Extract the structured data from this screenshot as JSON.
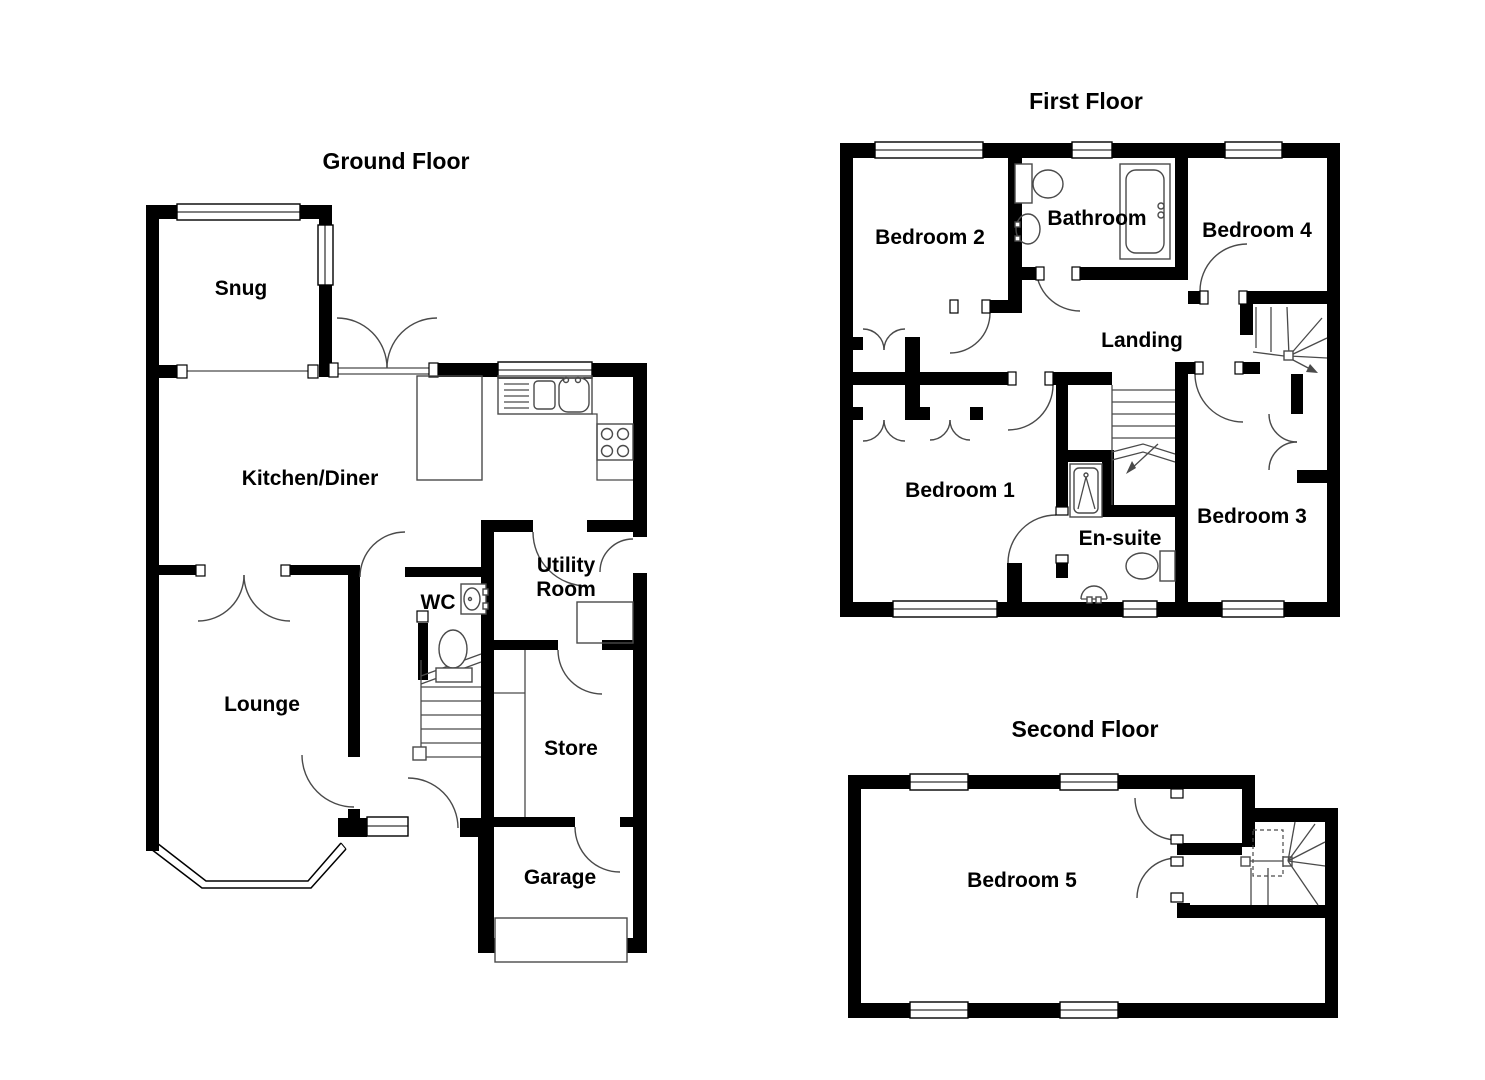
{
  "document": {
    "type": "floorplan",
    "background": "#ffffff",
    "wall_color": "#000000",
    "line_color": "#4a4a4a"
  },
  "floors": {
    "ground": {
      "title": "Ground Floor",
      "rooms": {
        "snug": "Snug",
        "kitchen": "Kitchen/Diner",
        "lounge": "Lounge",
        "wc": "WC",
        "utility_line1": "Utility",
        "utility_line2": "Room",
        "store": "Store",
        "garage": "Garage"
      }
    },
    "first": {
      "title": "First Floor",
      "rooms": {
        "bedroom2": "Bedroom 2",
        "bathroom": "Bathroom",
        "bedroom4": "Bedroom 4",
        "landing": "Landing",
        "bedroom1": "Bedroom 1",
        "ensuite": "En-suite",
        "bedroom3": "Bedroom 3"
      }
    },
    "second": {
      "title": "Second Floor",
      "rooms": {
        "bedroom5": "Bedroom 5"
      }
    }
  }
}
